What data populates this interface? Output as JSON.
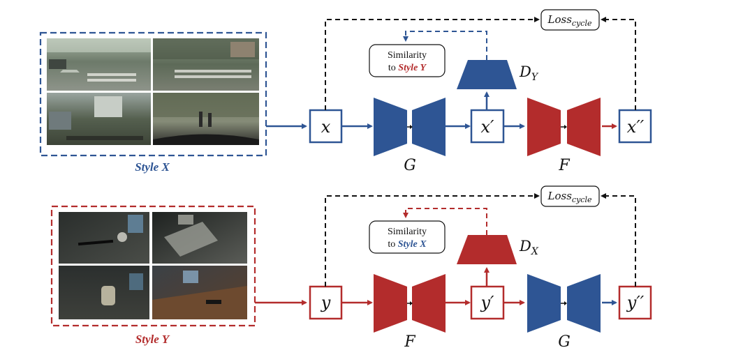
{
  "colors": {
    "blue": "#2e5594",
    "red": "#b32c2c",
    "black": "#111111"
  },
  "top_row": {
    "style_label": "Style X",
    "input": "x",
    "generator": "G",
    "intermediate": "x′",
    "second_generator": "F",
    "output": "x′′",
    "discriminator_base": "D",
    "discriminator_sub": "Y",
    "loss_base": "Loss",
    "loss_sub": "cycle",
    "similarity_line1": "Similarity",
    "similarity_prefix": "to ",
    "similarity_style": "Style Y",
    "images": [
      {
        "description_icon": "street-scene-icon"
      },
      {
        "description_icon": "street-scene-icon"
      },
      {
        "description_icon": "street-scene-icon"
      },
      {
        "description_icon": "street-scene-icon"
      }
    ]
  },
  "bottom_row": {
    "style_label": "Style Y",
    "input": "y",
    "generator": "F",
    "intermediate": "y′",
    "second_generator": "G",
    "output": "y′′",
    "discriminator_base": "D",
    "discriminator_sub": "X",
    "loss_base": "Loss",
    "loss_sub": "cycle",
    "similarity_line1": "Similarity",
    "similarity_prefix": "to ",
    "similarity_style": "Style X",
    "images": [
      {
        "description_icon": "dark-tabletop-icon"
      },
      {
        "description_icon": "dark-tabletop-icon"
      },
      {
        "description_icon": "dark-tabletop-icon"
      },
      {
        "description_icon": "dark-tabletop-icon"
      }
    ]
  }
}
